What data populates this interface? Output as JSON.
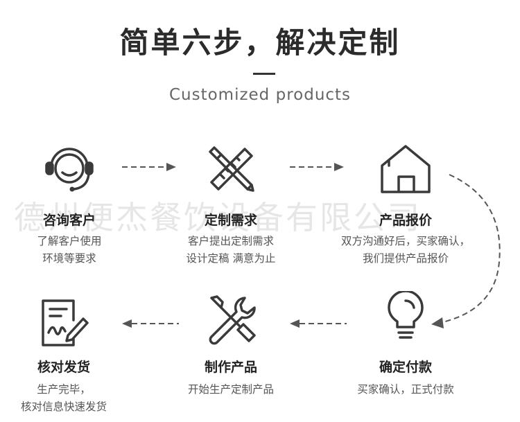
{
  "header": {
    "title": "简单六步，解决定制",
    "subtitle": "Customized products"
  },
  "watermark": "德州便杰餐饮设备有限公司",
  "steps": [
    {
      "label": "咨询客户",
      "desc1": "了解客户使用",
      "desc2": "环境等要求",
      "icon": "customer-service-headset-icon"
    },
    {
      "label": "定制需求",
      "desc1": "客户提出定制需求",
      "desc2": "设计定稿 满意为止",
      "icon": "pencil-ruler-icon"
    },
    {
      "label": "产品报价",
      "desc1": "双方沟通好后，买家确认，",
      "desc2": "我们提供产品报价",
      "icon": "house-icon"
    },
    {
      "label": "确定付款",
      "desc1": "买家确认，正式付款",
      "desc2": "",
      "icon": "lightbulb-icon"
    },
    {
      "label": "制作产品",
      "desc1": "开始生产定制产品",
      "desc2": "",
      "icon": "wrench-screwdriver-icon"
    },
    {
      "label": "核对发货",
      "desc1": "生产完毕，",
      "desc2": "核对信息快速发货",
      "icon": "document-signature-icon"
    }
  ],
  "colors": {
    "icon": "#3a3a3a",
    "arrow": "#555555",
    "watermark": "#c8c8c8"
  }
}
